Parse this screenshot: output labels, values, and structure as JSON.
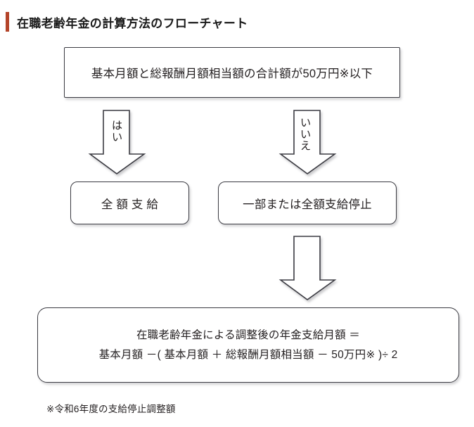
{
  "page": {
    "title": "在職老齢年金の計算方法のフローチャート",
    "accent_color": "#b4442a",
    "background_color": "#ffffff",
    "text_color": "#231f20",
    "node_border_color": "#3b3b42"
  },
  "flowchart": {
    "condition_node": {
      "label": "基本月額と総報酬月額相当額の合計額が50万円※以下",
      "shape": "rectangle"
    },
    "branches": [
      {
        "label": "はい",
        "arrow_name": "arrow-yes",
        "target": "全 額 支 給"
      },
      {
        "label": "いいえ",
        "arrow_name": "arrow-no",
        "target": "一部または全額支給停止"
      }
    ],
    "outcome_nodes": [
      {
        "label": "全 額 支 給",
        "shape": "rounded-rectangle"
      },
      {
        "label": "一部または全額支給停止",
        "shape": "rounded-rectangle"
      }
    ],
    "result_arrow": {
      "label": "",
      "shape": "down-arrow"
    },
    "formula_node": {
      "line1": "在職老齢年金による調整後の年金支給月額 ＝",
      "line2": "基本月額 －( 基本月額 ＋ 総報酬月額相当額 － 50万円※ )÷ 2",
      "shape": "rounded-rectangle"
    }
  },
  "footnote": {
    "text": "※令和6年度の支給停止調整額"
  }
}
